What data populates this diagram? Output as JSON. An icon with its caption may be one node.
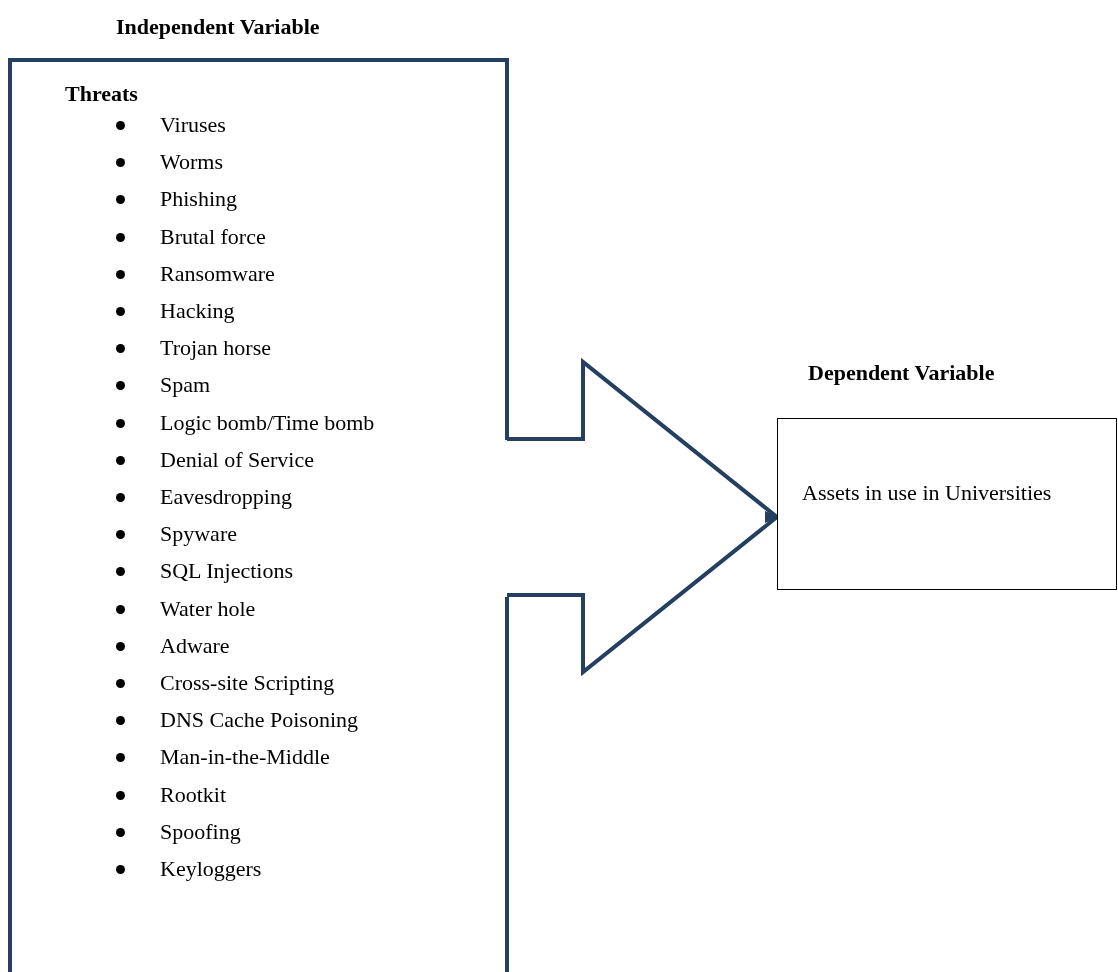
{
  "diagram": {
    "nodes": [
      {
        "text": [
          "Independent Variable",
          "Threats",
          "Viruses",
          "Worms",
          "Phishing",
          "Brutal force",
          "Ransomware",
          "Hacking",
          "Trojan horse",
          "Spam",
          "Logic bomb/Time bomb",
          "Denial of Service",
          "Eavesdropping",
          "Spyware",
          "SQL Injections",
          "Water hole",
          "Adware",
          "Cross-site Scripting",
          "DNS Cache Poisoning",
          "Man-in-the-Middle",
          "Rootkit",
          "Spoofing",
          "Keyloggers"
        ]
      },
      {
        "text": [
          "Dependent Variable",
          "Assets in use in Universities"
        ]
      }
    ],
    "edges": [
      {
        "from": 0,
        "to": 1,
        "arrow": "to"
      }
    ]
  }
}
